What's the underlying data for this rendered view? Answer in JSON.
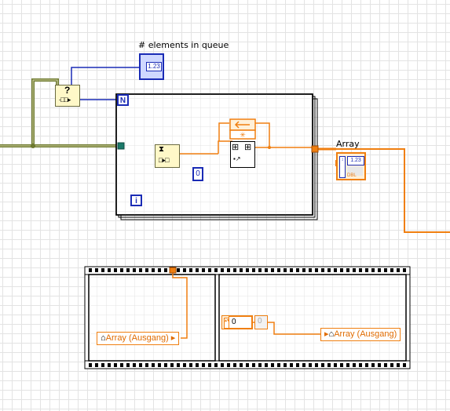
{
  "labels": {
    "queue_count": "# elements in queue",
    "array_indicator": "Array"
  },
  "terminals": {
    "loop_count": "N",
    "loop_iteration": "i"
  },
  "constants": {
    "index_constant": "0",
    "dbl_constant_left": "0",
    "dbl_constant_right": "0"
  },
  "indicators": {
    "queue_count_type": "1.23",
    "array_type": "1.23",
    "array_dbl": "DBL"
  },
  "local_variables": {
    "left_frame": "Array (Ausgang)",
    "right_frame": "Array (Ausgang)"
  },
  "colors": {
    "wire_orange": "#f07f10",
    "wire_olive": "#6e7a2f",
    "wire_blue": "#1a2bb5",
    "grid": "#e3e3e3"
  }
}
